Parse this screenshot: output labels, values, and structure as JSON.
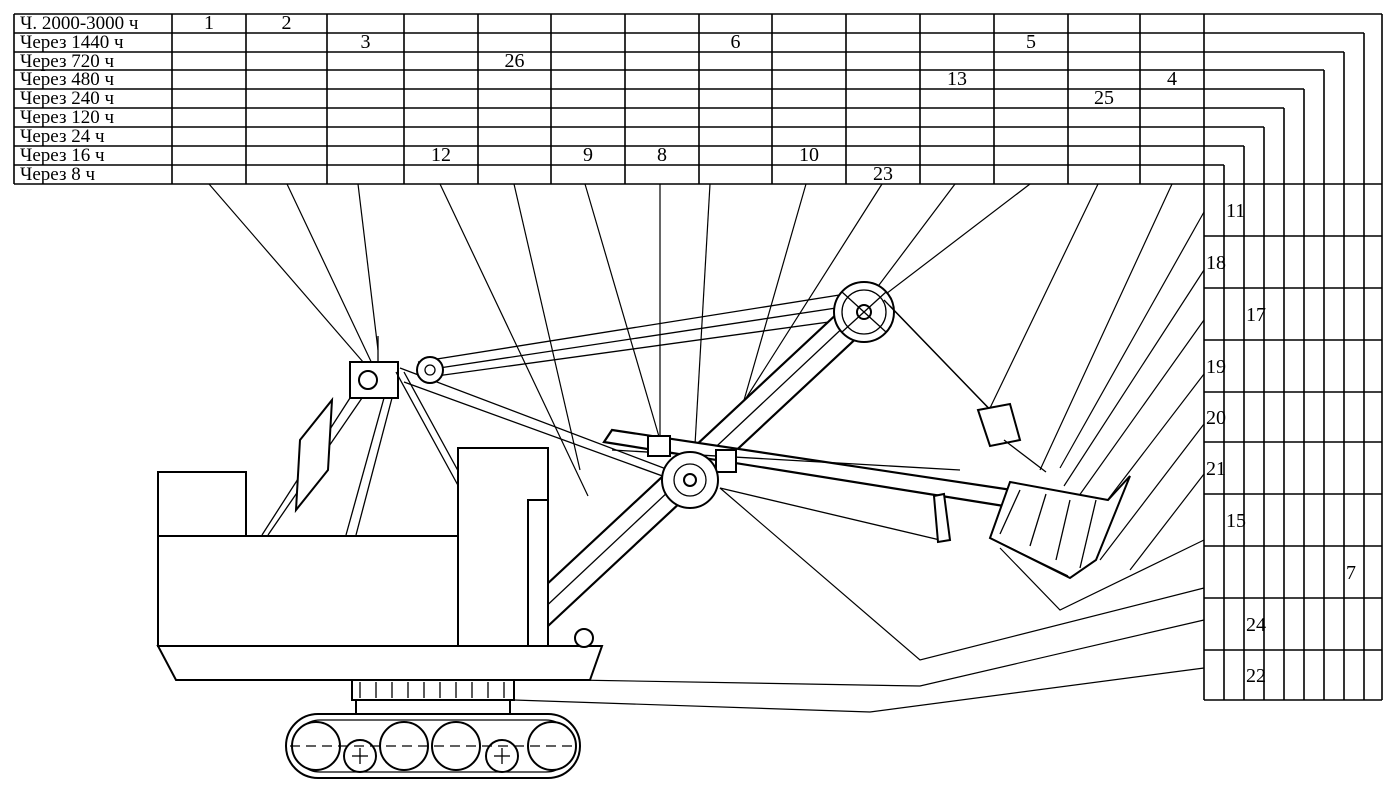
{
  "schedule_rows": [
    "Ч. 2000-3000 ч",
    "Через 1440 ч",
    "Через 720 ч",
    "Через 480 ч",
    "Через 240 ч",
    "Через 120 ч",
    "Через 24 ч",
    "Через 16 ч",
    "Через 8 ч"
  ],
  "top_numbers": [
    {
      "label": "1",
      "row": 0,
      "col": 0
    },
    {
      "label": "2",
      "row": 0,
      "col": 1
    },
    {
      "label": "3",
      "row": 1,
      "col": 2
    },
    {
      "label": "6",
      "row": 1,
      "col": 7
    },
    {
      "label": "5",
      "row": 1,
      "col": 11
    },
    {
      "label": "26",
      "row": 2,
      "col": 4
    },
    {
      "label": "13",
      "row": 3,
      "col": 10
    },
    {
      "label": "4",
      "row": 3,
      "col": 13
    },
    {
      "label": "25",
      "row": 4,
      "col": 12
    },
    {
      "label": "12",
      "row": 7,
      "col": 3
    },
    {
      "label": "9",
      "row": 7,
      "col": 5
    },
    {
      "label": "8",
      "row": 7,
      "col": 6
    },
    {
      "label": "10",
      "row": 7,
      "col": 8
    },
    {
      "label": "23",
      "row": 8,
      "col": 9
    }
  ],
  "side_numbers": [
    {
      "label": "11",
      "row": 0,
      "col": 1
    },
    {
      "label": "18",
      "row": 1,
      "col": 0
    },
    {
      "label": "17",
      "row": 2,
      "col": 2
    },
    {
      "label": "19",
      "row": 3,
      "col": 0
    },
    {
      "label": "20",
      "row": 4,
      "col": 0
    },
    {
      "label": "21",
      "row": 5,
      "col": 0
    },
    {
      "label": "15",
      "row": 6,
      "col": 1
    },
    {
      "label": "7",
      "row": 7,
      "col": 7
    },
    {
      "label": "24",
      "row": 8,
      "col": 2
    },
    {
      "label": "22",
      "row": 9,
      "col": 2
    }
  ]
}
